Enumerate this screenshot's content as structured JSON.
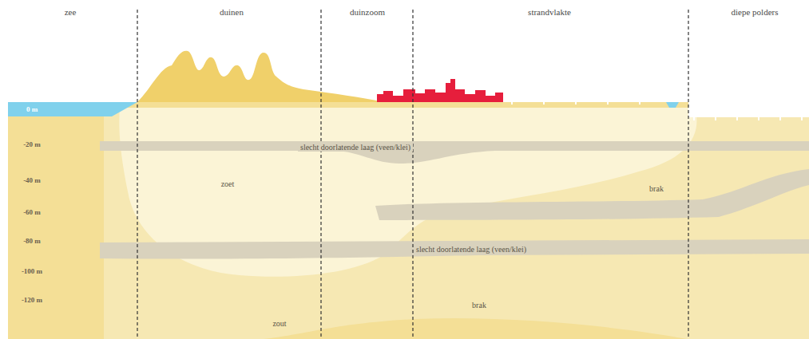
{
  "diagram": {
    "nodes": [
      {
        "text": [
          "slecht doorlatende laag (veen/klei)"
        ]
      },
      {
        "text": [
          "slecht doorlatende laag (veen/klei)"
        ]
      }
    ],
    "labels": [
      "zee",
      "duinen",
      "duinzoom",
      "strandvlakte",
      "diepe polders",
      "0 m",
      "-20 m",
      "-40 m",
      "-60 m",
      "-80 m",
      "-100 m",
      "-120 m",
      "zoet",
      "brak",
      "brak",
      "zout"
    ]
  }
}
